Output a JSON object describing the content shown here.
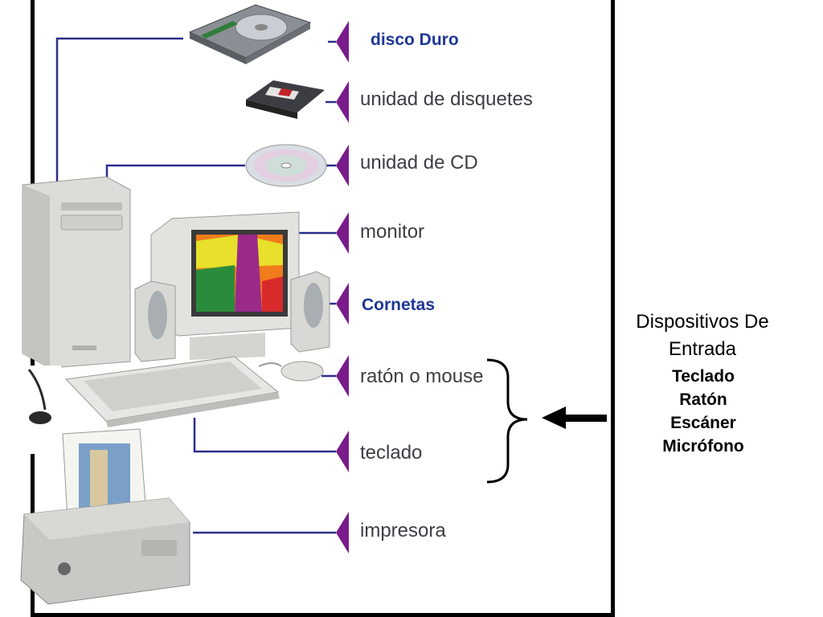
{
  "labels": {
    "disco_duro": "disco Duro",
    "disquetes": "unidad de disquetes",
    "cd": "unidad de CD",
    "monitor": "monitor",
    "cornetas": "Cornetas",
    "mouse": "ratón o mouse",
    "teclado": "teclado",
    "impresora": "impresora"
  },
  "panel": {
    "title_line1": "Dispositivos De",
    "title_line2": "Entrada",
    "items": [
      "Teclado",
      "Ratón",
      "Escáner",
      "Micrófono"
    ]
  },
  "colors": {
    "connector": "#2a2f8a",
    "marker": "#7a1b8c",
    "label_text": "#3d3d44",
    "label_blue": "#1f3796",
    "frame": "#000000"
  }
}
